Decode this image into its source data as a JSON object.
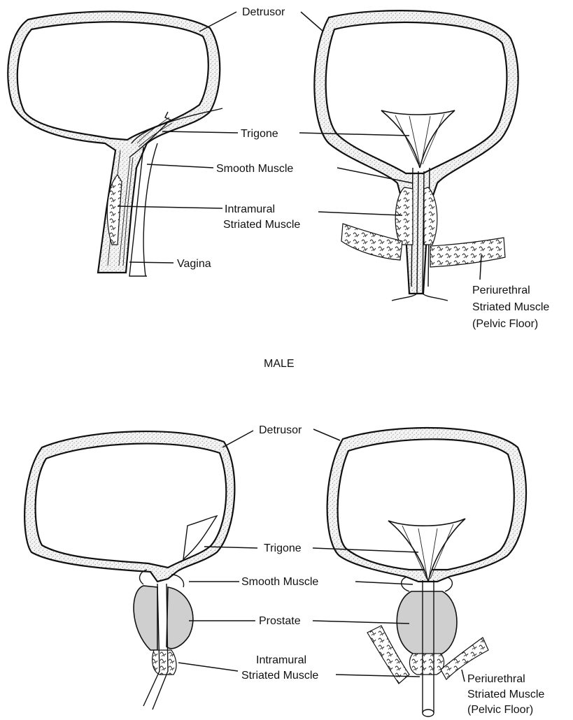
{
  "female": {
    "labels": {
      "detrusor": "Detrusor",
      "trigone": "Trigone",
      "smooth_muscle": "Smooth Muscle",
      "intramural_line1": "Intramural",
      "intramural_line2": "Striated Muscle",
      "vagina": "Vagina",
      "periurethral_line1": "Periurethral",
      "periurethral_line2": "Striated Muscle",
      "periurethral_line3": "(Pelvic Floor)"
    }
  },
  "section_title": "MALE",
  "male": {
    "labels": {
      "detrusor": "Detrusor",
      "trigone": "Trigone",
      "smooth_muscle": "Smooth Muscle",
      "prostate": "Prostate",
      "intramural_line1": "Intramural",
      "intramural_line2": "Striated Muscle",
      "periurethral_line1": "Periurethral",
      "periurethral_line2": "Striated Muscle",
      "periurethral_line3": "(Pelvic Floor)"
    }
  }
}
